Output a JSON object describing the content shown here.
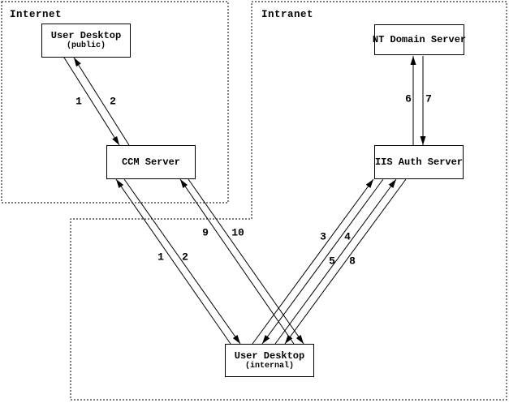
{
  "zones": {
    "internet": "Internet",
    "intranet": "Intranet"
  },
  "nodes": {
    "user_desktop_public": {
      "title": "User Desktop",
      "subtitle": "(public)"
    },
    "ccm_server": {
      "title": "CCM Server"
    },
    "nt_domain_server": {
      "title": "NT Domain Server"
    },
    "iis_auth_server": {
      "title": "IIS Auth Server"
    },
    "user_desktop_internal": {
      "title": "User Desktop",
      "subtitle": "(internal)"
    }
  },
  "flow_labels": {
    "public_to_ccm_1": "1",
    "ccm_to_public_2": "2",
    "internal_to_ccm_1": "1",
    "ccm_to_internal_2": "2",
    "internal_to_iis_3": "3",
    "iis_to_internal_4": "4",
    "internal_to_iis_5": "5",
    "iis_to_nt_6": "6",
    "nt_to_iis_7": "7",
    "iis_to_internal_8": "8",
    "internal_to_ccm_9": "9",
    "ccm_to_internal_10": "10"
  },
  "colors": {
    "ink": "#000000",
    "background": "#ffffff"
  }
}
